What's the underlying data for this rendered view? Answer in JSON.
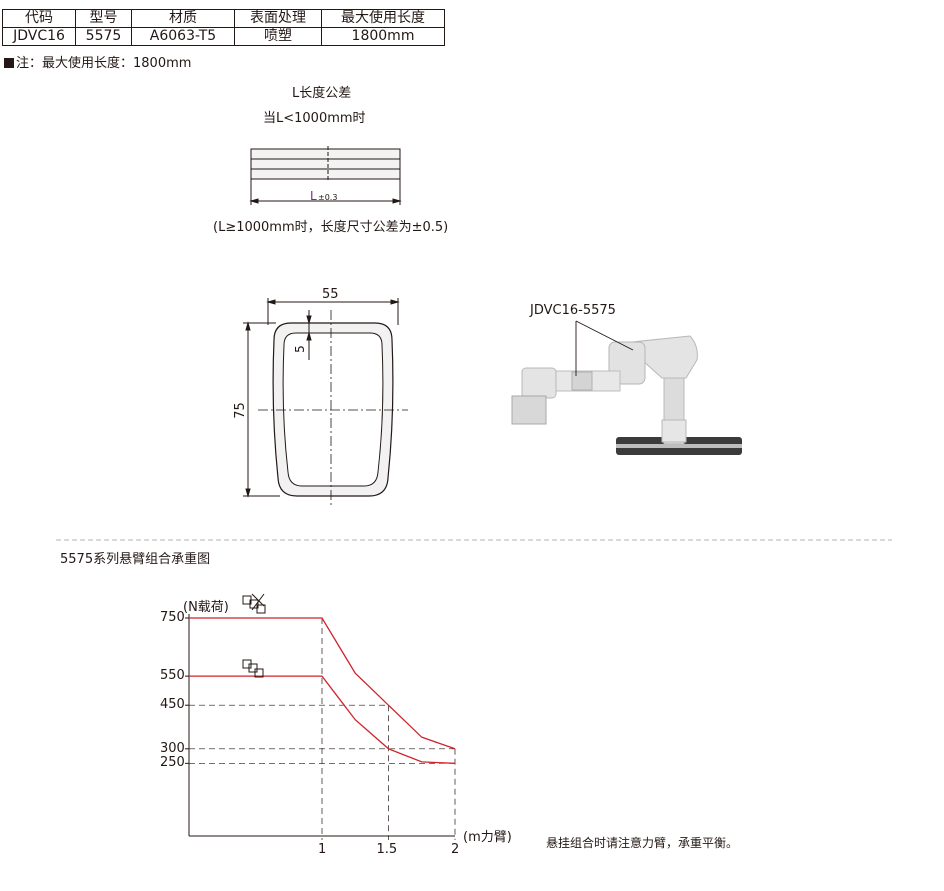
{
  "table": {
    "headers": [
      "代码",
      "型号",
      "材质",
      "表面处理",
      "最大使用长度"
    ],
    "row": [
      "JDVC16",
      "5575",
      "A6063-T5",
      "喷塑",
      "1800mm"
    ]
  },
  "note": "注：最大使用长度：1800mm",
  "tolerance": {
    "title": "L长度公差",
    "condition": "当L<1000mm时",
    "label": "L",
    "pm": "±0.3",
    "footnote": "(L≥1000mm时，长度尺寸公差为±0.5)"
  },
  "section": {
    "dim_width": "55",
    "dim_height": "75",
    "dim_wall": "5"
  },
  "photo": {
    "part_label": "JDVC16-5575"
  },
  "load_chart_title": "5575系列悬臂组合承重图",
  "side_note": "悬挂组合时请注意力臂，承重平衡。",
  "chart_data": {
    "type": "line",
    "ylabel": "(N载荷)",
    "xlabel": "(m力臂)",
    "x_ticks": [
      "1",
      "1.5",
      "2"
    ],
    "y_ticks": [
      "750",
      "550",
      "450",
      "300",
      "250"
    ],
    "xlim": [
      0,
      2
    ],
    "ylim": [
      0,
      750
    ],
    "series": [
      {
        "x": [
          0,
          1,
          1.25,
          1.5,
          1.75,
          2
        ],
        "y": [
          750,
          750,
          560,
          450,
          340,
          300
        ]
      },
      {
        "x": [
          0,
          1,
          1.25,
          1.5,
          1.75,
          2
        ],
        "y": [
          550,
          550,
          400,
          300,
          255,
          250
        ]
      }
    ],
    "line_color": "#d0232a",
    "guides": [
      {
        "y": 550,
        "x_to": 1
      },
      {
        "y": 450,
        "x_to": 1.5
      },
      {
        "y": 300,
        "x_to": 2
      },
      {
        "y": 250,
        "x_to": 2
      }
    ]
  }
}
